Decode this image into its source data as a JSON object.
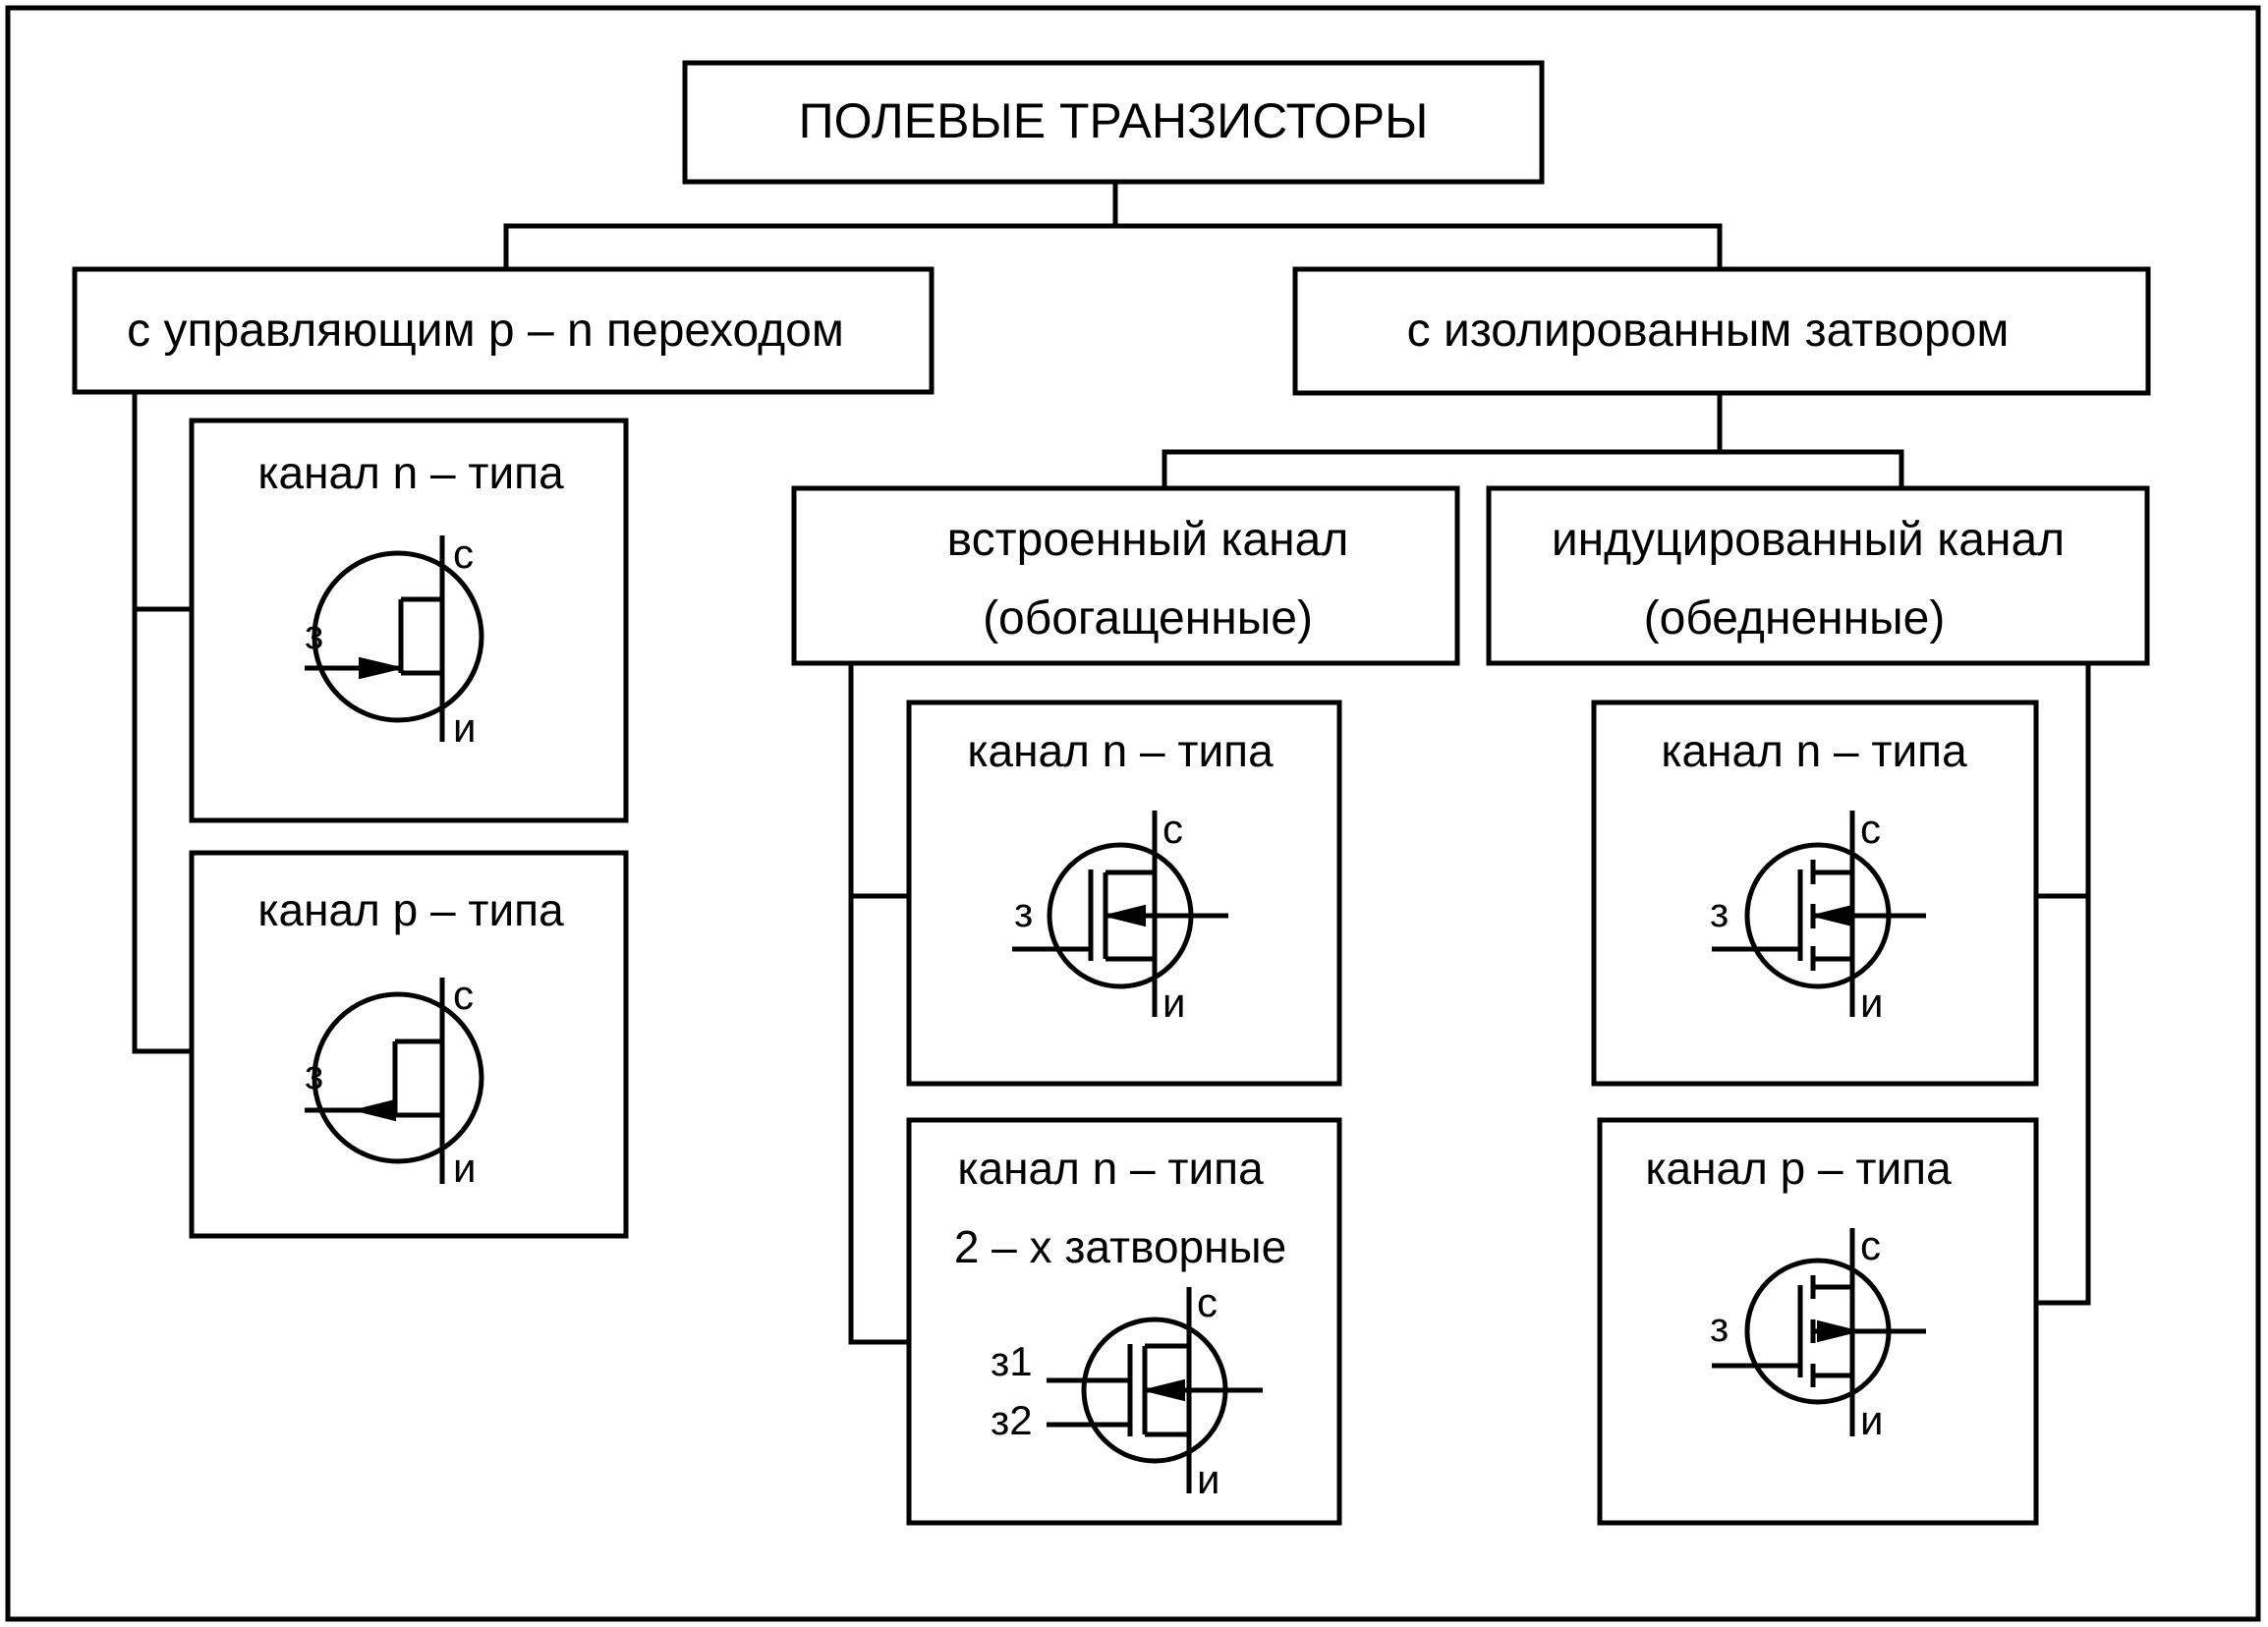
{
  "title": "ПОЛЕВЫЕ ТРАНЗИСТОРЫ",
  "categories": {
    "junction": "с управляющим p – n переходом",
    "insulated": "с изолированным затвором"
  },
  "subcategories": {
    "built_in": {
      "line1": "встроенный канал",
      "line2": "(обогащенные)"
    },
    "induced": {
      "line1": "индуцированный канал",
      "line2": "(обедненные)"
    }
  },
  "cards": {
    "jfet_n": {
      "label": "канал n – типа"
    },
    "jfet_p": {
      "label": "канал p – типа"
    },
    "builtin_n": {
      "label": "канал n – типа"
    },
    "builtin_dual": {
      "label": "канал n – типа",
      "label2": "2 – х затворные"
    },
    "induced_n": {
      "label": "канал n – типа"
    },
    "induced_p": {
      "label": "канал p – типа"
    }
  },
  "terminals": {
    "drain": "с",
    "source": "и",
    "gate": "з",
    "gate1": "з1",
    "gate2": "з2"
  }
}
